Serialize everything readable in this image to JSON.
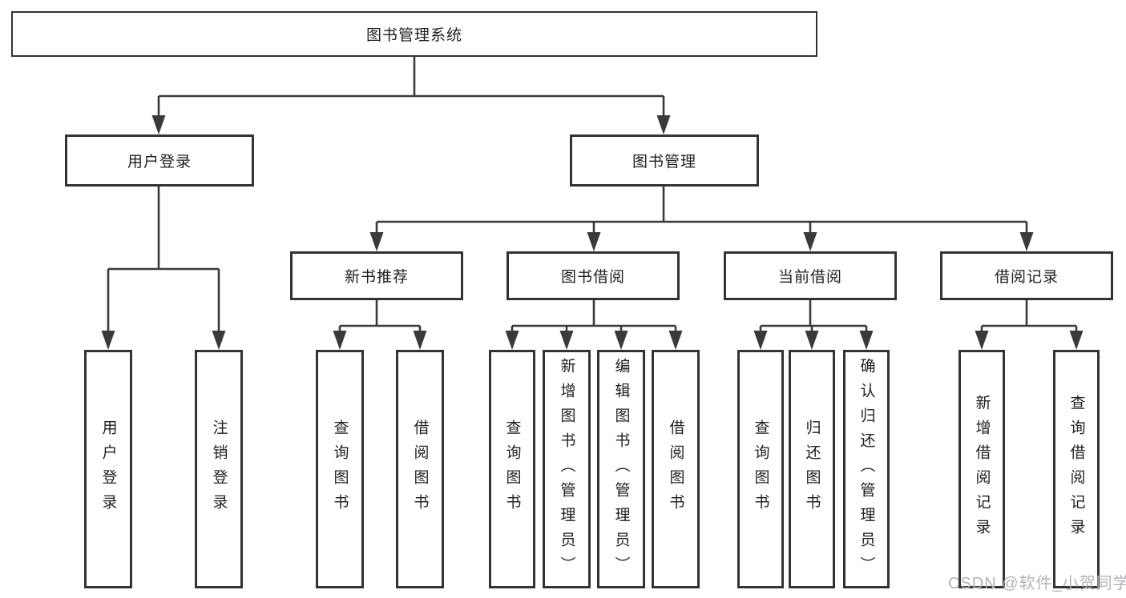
{
  "diagram": {
    "root": {
      "label": "图书管理系统"
    },
    "level2": {
      "user_login": {
        "label": "用户登录"
      },
      "book_mgmt": {
        "label": "图书管理"
      }
    },
    "level3": {
      "new_book": {
        "label": "新书推荐"
      },
      "borrow": {
        "label": "图书借阅"
      },
      "current": {
        "label": "当前借阅"
      },
      "records": {
        "label": "借阅记录"
      }
    },
    "leaves": {
      "user_login": {
        "label": "用户登录"
      },
      "logout": {
        "label": "注销登录"
      },
      "nb_query": {
        "label": "查询图书"
      },
      "nb_borrow": {
        "label": "借阅图书"
      },
      "bb_query": {
        "label": "查询图书"
      },
      "bb_add": {
        "label": "新增图书（管理员）"
      },
      "bb_edit": {
        "label": "编辑图书（管理员）"
      },
      "bb_borrow": {
        "label": "借阅图书"
      },
      "cb_query": {
        "label": "查询图书"
      },
      "cb_return": {
        "label": "归还图书"
      },
      "cb_confirm": {
        "label": "确认归还（管理员）"
      },
      "br_add": {
        "label": "新增借阅记录"
      },
      "br_query": {
        "label": "查询借阅记录"
      }
    },
    "watermark": "CSDN @软件_小贺同学",
    "colors": {
      "line": "#3a3a3a",
      "box_border": "#333333",
      "background": "#ffffff",
      "text": "#1f1f1f",
      "watermark": "#b0b3ba"
    }
  }
}
